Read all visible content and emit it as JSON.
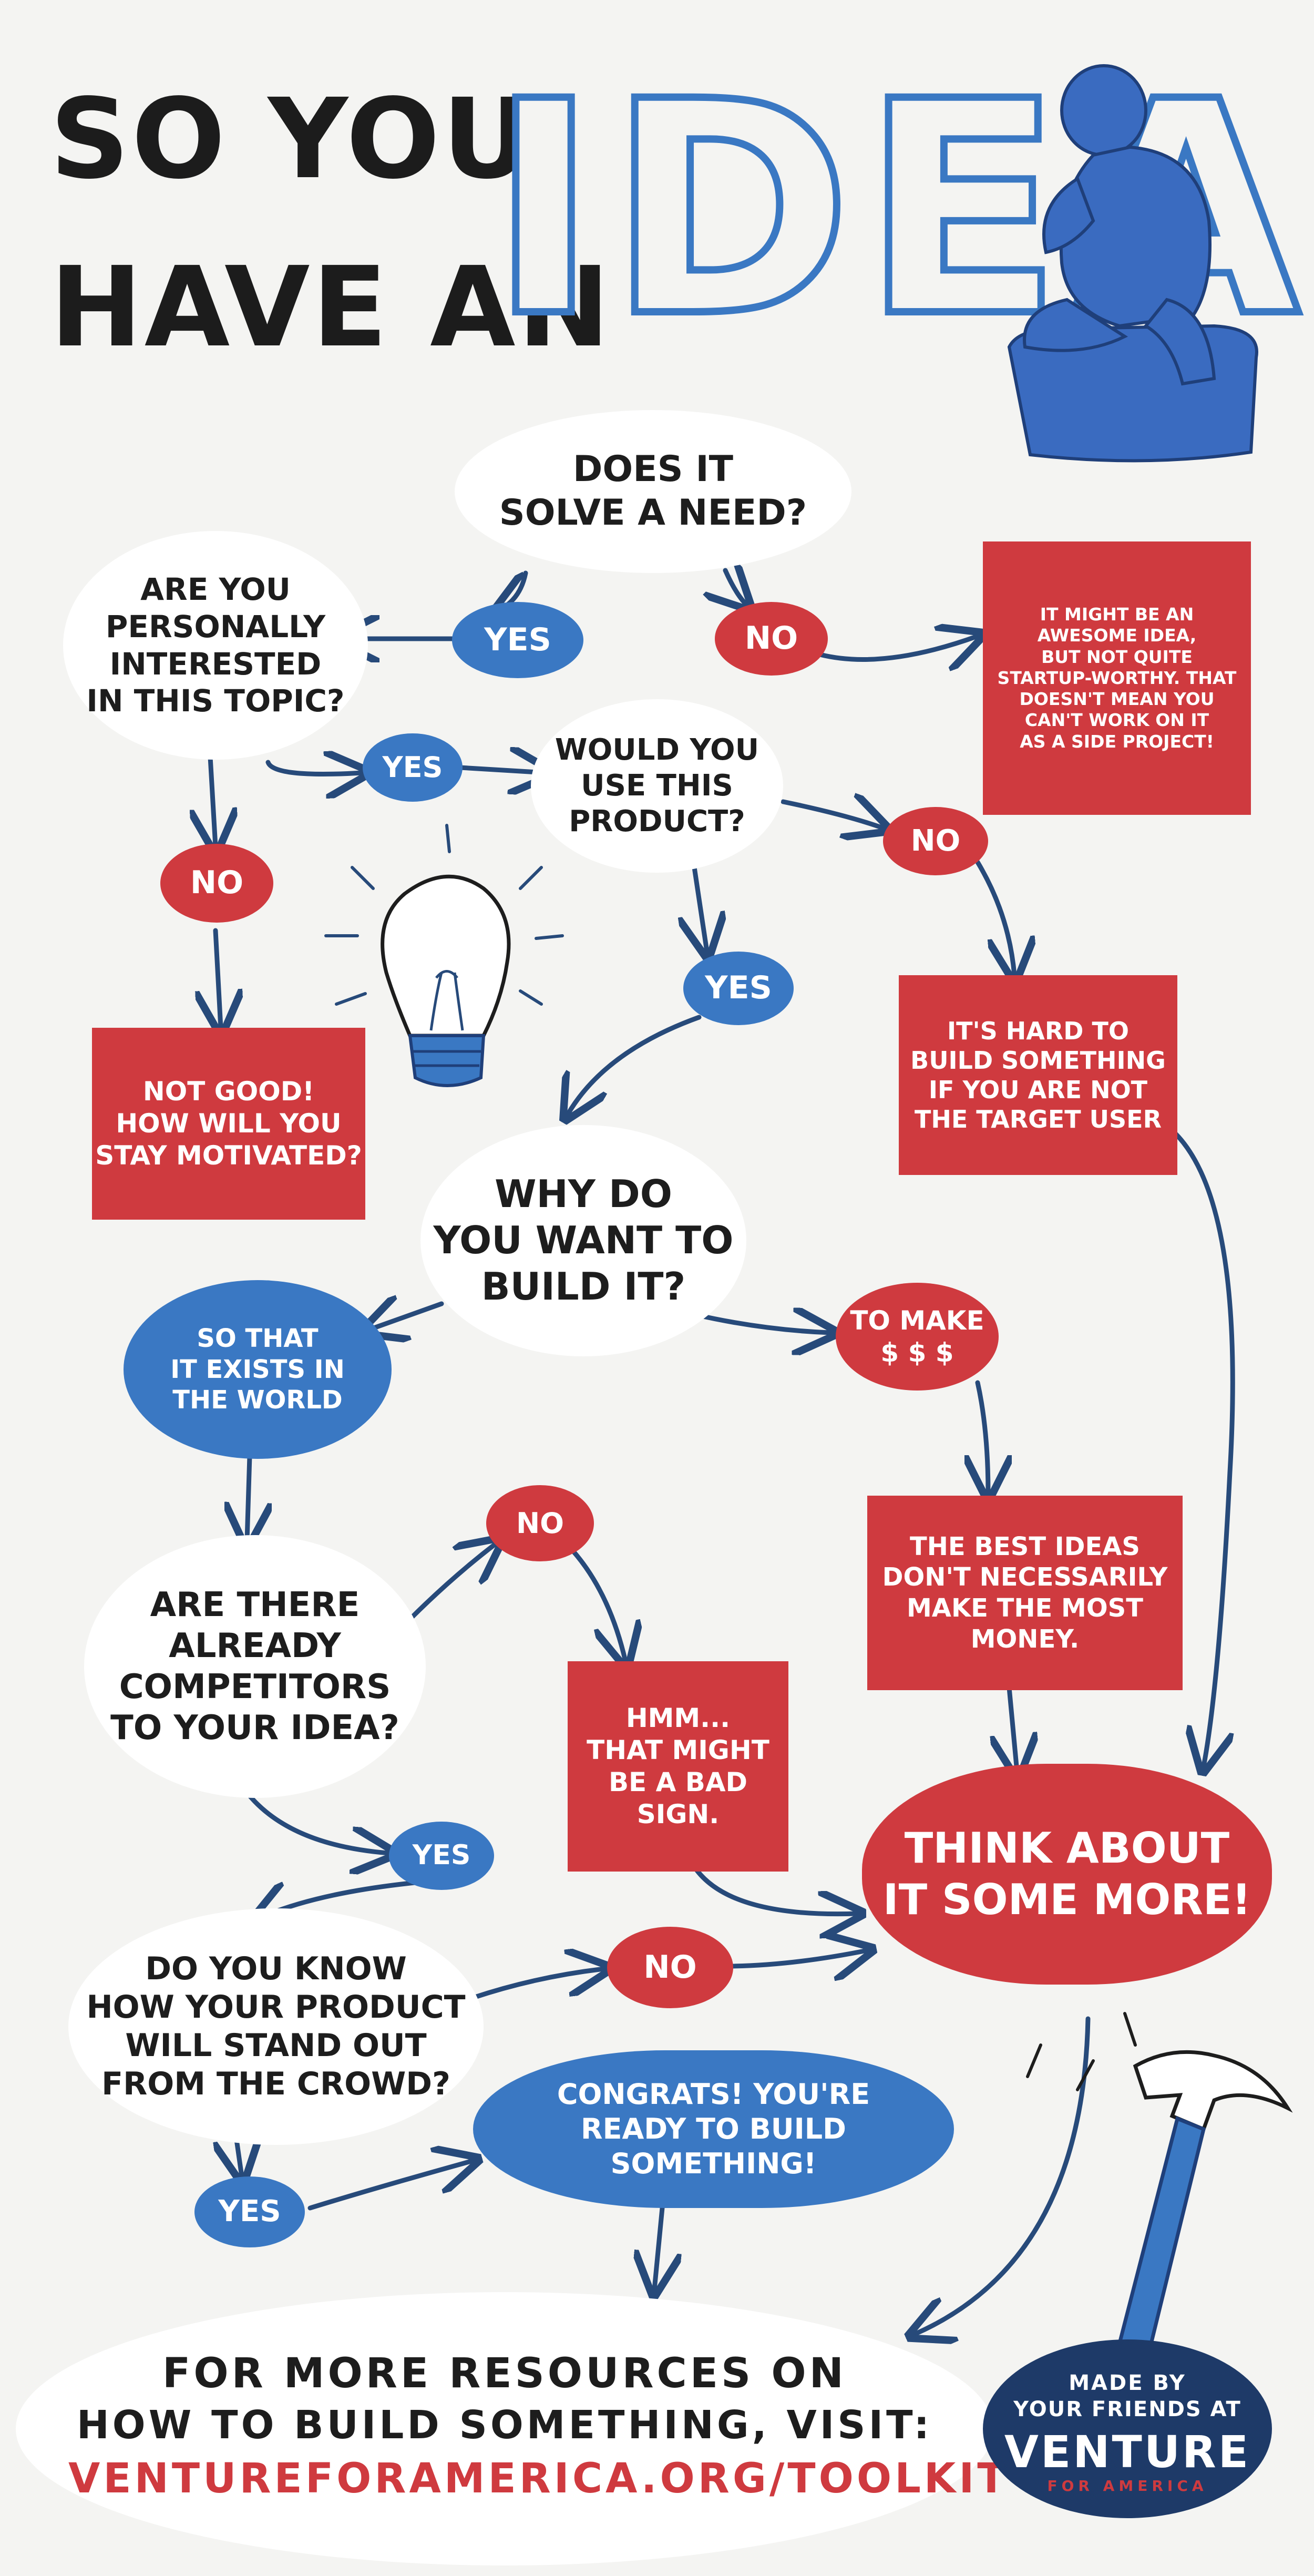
{
  "title": {
    "line1": "SO YOU",
    "line2": "HAVE AN",
    "big": "IDEA"
  },
  "nodes": {
    "solve_need": "DOES IT\nSOLVE A NEED?",
    "yes_1": "YES",
    "no_1": "NO",
    "not_startup": "IT MIGHT BE AN\nAWESOME IDEA,\nBUT NOT QUITE\nSTARTUP-WORTHY. THAT\nDOESN'T MEAN YOU\nCAN'T WORK ON IT\nAS A SIDE PROJECT!",
    "interested": "ARE YOU\nPERSONALLY\nINTERESTED\nIN THIS TOPIC?",
    "yes_2": "YES",
    "use_product": "WOULD YOU\nUSE THIS\nPRODUCT?",
    "no_2": "NO",
    "no_3": "NO",
    "yes_3": "YES",
    "not_good": "NOT GOOD!\nHOW WILL YOU\nSTAY MOTIVATED?",
    "hard_build": "IT'S HARD TO\nBUILD SOMETHING\nIF YOU ARE NOT\nTHE TARGET USER",
    "why_build": "WHY DO\nYOU WANT TO\nBUILD IT?",
    "exists": "SO THAT\nIT EXISTS IN\nTHE WORLD",
    "money": "TO MAKE\n$ $ $",
    "best_ideas": "THE BEST IDEAS\nDON'T NECESSARILY\nMAKE THE MOST\nMONEY.",
    "competitors": "ARE THERE\nALREADY\nCOMPETITORS\nTO YOUR IDEA?",
    "no_4": "NO",
    "bad_sign": "HMM...\nTHAT MIGHT\nBE A BAD\nSIGN.",
    "yes_4": "YES",
    "think_more": "THINK ABOUT\nIT SOME MORE!",
    "stand_out": "DO YOU KNOW\nHOW YOUR PRODUCT\nWILL STAND OUT\nFROM THE CROWD?",
    "no_5": "NO",
    "yes_5": "YES",
    "congrats": "CONGRATS! YOU'RE\nREADY TO BUILD SOMETHING!"
  },
  "footer": {
    "line1": "FOR MORE RESOURCES ON",
    "line2": "HOW TO BUILD SOMETHING, VISIT:",
    "link": "VENTUREFORAMERICA.ORG/TOOLKIT"
  },
  "badge": {
    "line1": "MADE BY",
    "line2": "YOUR FRIENDS AT",
    "brand": "VENTURE",
    "sub": "FOR AMERICA"
  },
  "colors": {
    "red": "#cf3a3f",
    "blue": "#3a78c3",
    "navy": "#1e3a68",
    "ink": "#1d1d1d",
    "arrow": "#274a7a"
  }
}
